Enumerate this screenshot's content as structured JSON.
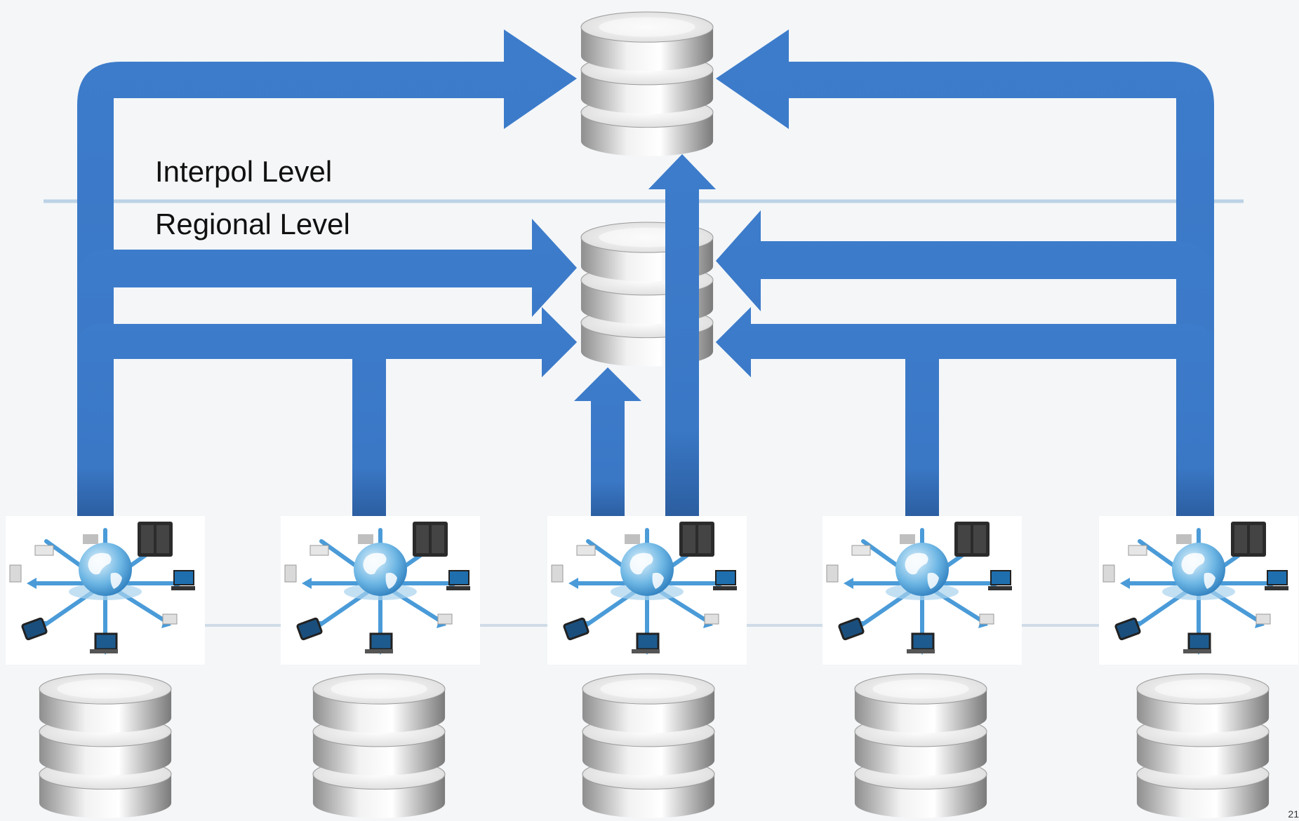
{
  "diagram": {
    "levels": [
      {
        "label": "Interpol Level"
      },
      {
        "label": "Regional Level"
      }
    ],
    "nodes": {
      "interpol_database": "database-icon",
      "regional_database": "database-icon",
      "national_networks": [
        "network-icon",
        "network-icon",
        "network-icon",
        "network-icon",
        "network-icon"
      ],
      "national_databases": [
        "database-icon",
        "database-icon",
        "database-icon",
        "database-icon",
        "database-icon"
      ]
    },
    "page_number": "21"
  },
  "colors": {
    "arrow": "#3b79c9",
    "arrow_dark": "#2a5c9e",
    "background": "#f4f6f8",
    "divider": "#bcd3e6",
    "network_blue": "#4a9bd8"
  }
}
